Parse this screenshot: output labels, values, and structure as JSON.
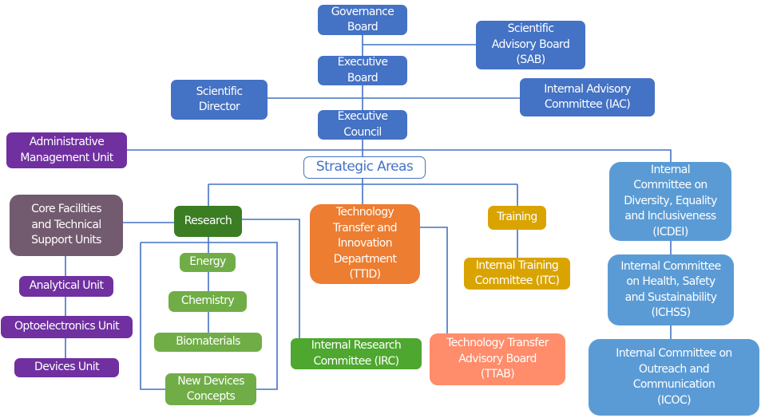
{
  "diagram": {
    "type": "organizational-chart",
    "line_color": "#4472c4",
    "colors": {
      "governance": "#4472c4",
      "committee": "#5b9bd5",
      "administrative": "#7030a0",
      "core_facilities": "#725a6f",
      "research": "#3a7d23",
      "research_lines": "#70ad47",
      "irc": "#4ea72e",
      "ttid": "#ed7d31",
      "ttab": "#ff8c6a",
      "training": "#d9a400"
    },
    "nodes": {
      "governance_board": "Governance\nBoard",
      "sab": "Scientific\nAdvisory Board\n(SAB)",
      "executive_board": "Executive\nBoard",
      "scientific_director": "Scientific\nDirector",
      "iac": "Internal Advisory\nCommittee (IAC)",
      "executive_council": "Executive\nCouncil",
      "admin_unit": "Administrative\nManagement Unit",
      "strategic_areas": "Strategic Areas",
      "core_facilities": "Core Facilities\nand Technical\nSupport Units",
      "analytical_unit": "Analytical Unit",
      "optoelectronics_unit": "Optoelectronics Unit",
      "devices_unit": "Devices Unit",
      "research": "Research",
      "energy": "Energy",
      "chemistry": "Chemistry",
      "biomaterials": "Biomaterials",
      "new_devices": "New Devices\nConcepts",
      "irc": "Internal Research\nCommittee (IRC)",
      "ttid": "Technology\nTransfer and\nInnovation\nDepartment\n(TTID)",
      "ttab": "Technology Transfer\nAdvisory Board\n(TTAB)",
      "training": "Training",
      "itc": "Internal Training\nCommittee (ITC)",
      "icdei": "Internal\nCommittee on\nDiversity, Equality\nand Inclusiveness\n(ICDEI)",
      "ichss": "Internal Committee\non Health, Safety\nand Sustainability\n(ICHSS)",
      "icoc": "Internal Committee on\nOutreach and\nCommunication\n(ICOC)"
    }
  }
}
